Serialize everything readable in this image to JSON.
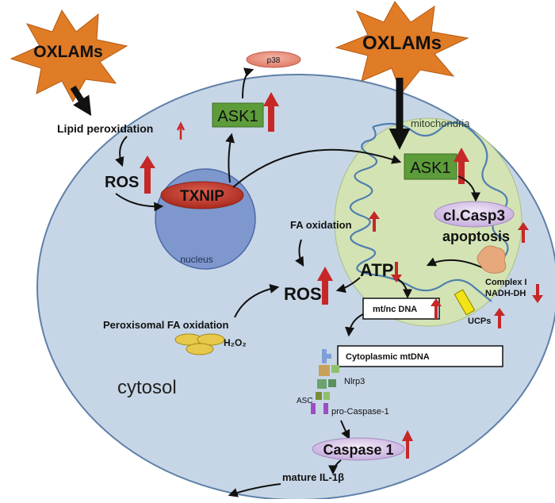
{
  "labels": {
    "oxlams_left": "OXLAMs",
    "oxlams_right": "OXLAMs",
    "lipid_peroxidation": "Lipid peroxidation",
    "ros_top": "ROS",
    "p38": "p38",
    "ask1_cyto": "ASK1",
    "txnip": "TXNIP",
    "nucleus": "nucleus",
    "mitochondria": "mitochondria",
    "ask1_mito": "ASK1",
    "cl_casp3": "cl.Casp3",
    "apoptosis": "apoptosis",
    "fa_oxidation": "FA oxidation",
    "ros_center": "ROS",
    "atp": "ATP",
    "complex_i": "Complex I",
    "nadh_dh": "NADH-DH",
    "mt_nc_dna": "mt/nc DNA",
    "ucps": "UCPs",
    "peroxisomal": "Peroxisomal FA oxidation",
    "h2o2": "H₂O₂",
    "cytoplasmic_mtdna": "Cytoplasmic mtDNA",
    "nlrp3": "Nlrp3",
    "asc": "ASC",
    "pro_caspase": "pro-Caspase-1",
    "caspase1": "Caspase 1",
    "cytosol": "cytosol",
    "il1b": "mature IL-1β"
  },
  "colors": {
    "star": "#e07b26",
    "cell": "#c7d6e6",
    "cell_border": "#5f80a8",
    "nucleus": "#7e98cd",
    "mitochondria": "#d4e3b4",
    "membrane": "#4f7fae",
    "txnip": "#c0392b",
    "ask1": "#5d9c3a",
    "up_arrow": "#c62828",
    "casp_oval": "#d8c6e8",
    "h2o2": "#e6c84b"
  }
}
